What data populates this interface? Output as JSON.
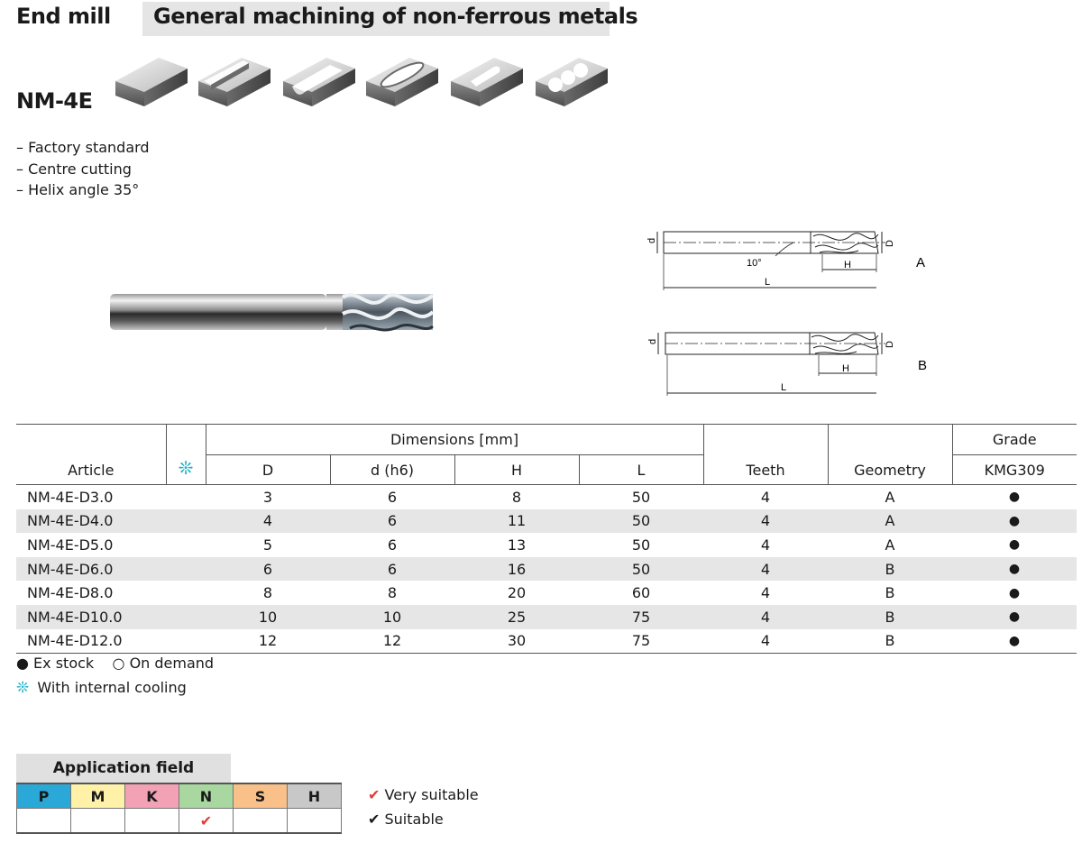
{
  "header": {
    "category": "End mill",
    "subtitle": "General machining of non-ferrous metals",
    "model": "NM-4E"
  },
  "features": [
    "– Factory standard",
    "– Centre cutting",
    "– Helix angle 35°"
  ],
  "drawings": {
    "a": {
      "label": "A",
      "d": "d",
      "D": "D",
      "angle": "10°",
      "H": "H",
      "L": "L"
    },
    "b": {
      "label": "B",
      "d": "d",
      "D": "D",
      "H": "H",
      "L": "L"
    }
  },
  "table": {
    "col_article": "Article",
    "cooling_icon": "❊",
    "dimensions_group": "Dimensions [mm]",
    "col_D": "D",
    "col_d": "d (h6)",
    "col_H": "H",
    "col_L": "L",
    "col_teeth": "Teeth",
    "col_geometry": "Geometry",
    "grade_group": "Grade",
    "grade_name": "KMG309",
    "rows": [
      {
        "article": "NM-4E-D3.0",
        "D": "3",
        "d": "6",
        "H": "8",
        "L": "50",
        "teeth": "4",
        "geometry": "A",
        "stock": "●"
      },
      {
        "article": "NM-4E-D4.0",
        "D": "4",
        "d": "6",
        "H": "11",
        "L": "50",
        "teeth": "4",
        "geometry": "A",
        "stock": "●"
      },
      {
        "article": "NM-4E-D5.0",
        "D": "5",
        "d": "6",
        "H": "13",
        "L": "50",
        "teeth": "4",
        "geometry": "A",
        "stock": "●"
      },
      {
        "article": "NM-4E-D6.0",
        "D": "6",
        "d": "6",
        "H": "16",
        "L": "50",
        "teeth": "4",
        "geometry": "B",
        "stock": "●"
      },
      {
        "article": "NM-4E-D8.0",
        "D": "8",
        "d": "8",
        "H": "20",
        "L": "60",
        "teeth": "4",
        "geometry": "B",
        "stock": "●"
      },
      {
        "article": "NM-4E-D10.0",
        "D": "10",
        "d": "10",
        "H": "25",
        "L": "75",
        "teeth": "4",
        "geometry": "B",
        "stock": "●"
      },
      {
        "article": "NM-4E-D12.0",
        "D": "12",
        "d": "12",
        "H": "30",
        "L": "75",
        "teeth": "4",
        "geometry": "B",
        "stock": "●"
      }
    ]
  },
  "legend": {
    "ex_stock": "● Ex stock",
    "on_demand": "○ On demand",
    "cooling_icon": "❊",
    "cooling_text": "With internal cooling"
  },
  "application": {
    "title": "Application field",
    "groups": [
      {
        "label": "P",
        "color": "#2aa9d8",
        "mark": ""
      },
      {
        "label": "M",
        "color": "#fff2a8",
        "mark": ""
      },
      {
        "label": "K",
        "color": "#f2a2b4",
        "mark": ""
      },
      {
        "label": "N",
        "color": "#a8d8a0",
        "mark": "✔"
      },
      {
        "label": "S",
        "color": "#f9c089",
        "mark": ""
      },
      {
        "label": "H",
        "color": "#c8c8c8",
        "mark": ""
      }
    ],
    "very_suitable": "Very suitable",
    "suitable": "Suitable",
    "check_red": "✔",
    "check_black": "✔"
  }
}
